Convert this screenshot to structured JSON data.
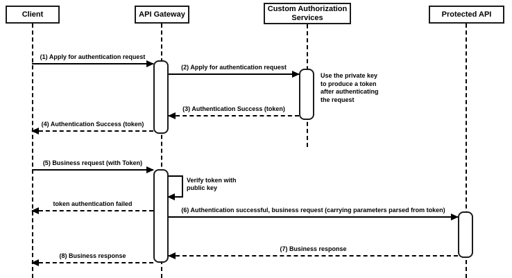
{
  "diagram": {
    "type": "sequence-diagram",
    "topic": "API Gateway token authentication flow",
    "colors": {
      "stroke": "#000000",
      "background": "#ffffff"
    },
    "actors": [
      {
        "name": "client",
        "label": "Client"
      },
      {
        "name": "api-gateway",
        "label": "API Gateway"
      },
      {
        "name": "custom-auth",
        "label": "Custom Authorization Services"
      },
      {
        "name": "protected-api",
        "label": "Protected API"
      }
    ],
    "messages": [
      {
        "label": "(1) Apply for authentication request",
        "from": "client",
        "to": "api-gateway",
        "line": "solid"
      },
      {
        "label": "(2) Apply for authentication request",
        "from": "api-gateway",
        "to": "custom-auth",
        "line": "solid"
      },
      {
        "label": "(3) Authentication Success (token)",
        "from": "custom-auth",
        "to": "api-gateway",
        "line": "dashed"
      },
      {
        "label": "(4) Authentication Success (token)",
        "from": "api-gateway",
        "to": "client",
        "line": "dashed"
      },
      {
        "label": "(5) Business request (with Token)",
        "from": "client",
        "to": "api-gateway",
        "line": "solid"
      },
      {
        "label": "Verify token with public key",
        "from": "api-gateway",
        "to": "api-gateway",
        "line": "solid",
        "self": true
      },
      {
        "label": "token authentication failed",
        "from": "api-gateway",
        "to": "client",
        "line": "dashed"
      },
      {
        "label": "(6) Authentication successful, business request (carrying parameters parsed from token)",
        "from": "api-gateway",
        "to": "protected-api",
        "line": "solid"
      },
      {
        "label": "(7) Business response",
        "from": "protected-api",
        "to": "api-gateway",
        "line": "dashed"
      },
      {
        "label": "(8) Business response",
        "from": "api-gateway",
        "to": "client",
        "line": "dashed"
      }
    ],
    "notes": [
      {
        "text": "Use the private key to produce a token after authenticating the request",
        "attached_to": "custom-auth"
      }
    ]
  }
}
